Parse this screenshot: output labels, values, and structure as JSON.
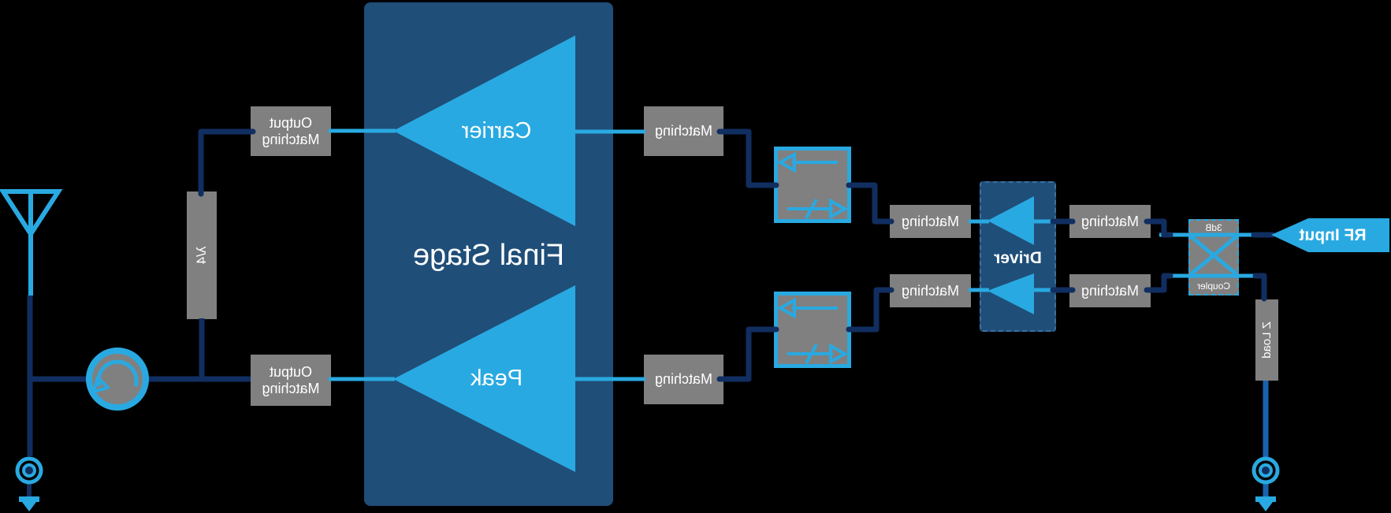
{
  "diagram": {
    "type": "Doherty power amplifier block diagram",
    "orientation": "horizontally-mirrored",
    "labels": {
      "final_stage": "Final Stage",
      "carrier": "Carrier",
      "peak": "Peak",
      "driver": "Driver",
      "rf_input": "RF Input",
      "matching": "Matching",
      "output_matching": "Output Matching",
      "quarter_wave": "λ/4",
      "z_load": "Z Load",
      "coupler_top": "3dB",
      "coupler_bottom": "Coupler"
    },
    "icons": [
      "antenna-icon",
      "circulator-icon",
      "ground-terminal-icon",
      "phase-shifter-arrows",
      "coupler-x-icon",
      "amplifier-triangle"
    ],
    "colors": {
      "background": "#000000",
      "accent_blue": "#29A9E1",
      "navy_line": "#112E60",
      "medium_blue": "#1763AE",
      "panel_blue": "#1F4E78",
      "box_gray": "#808080",
      "text_white": "#FFFFFF"
    }
  }
}
